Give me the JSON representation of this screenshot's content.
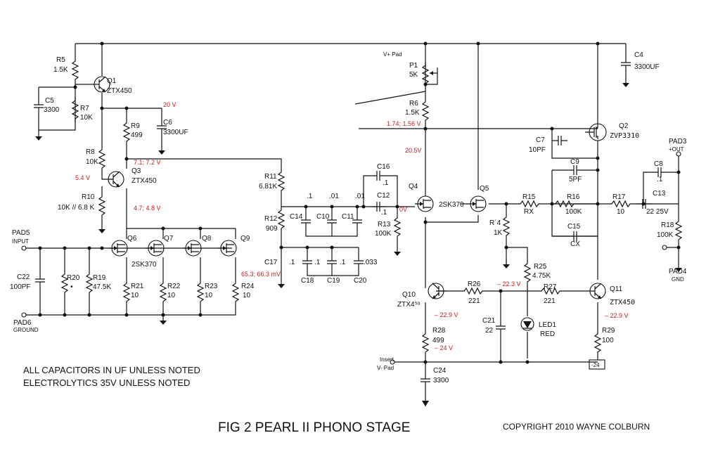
{
  "title": "FIG 2  PEARL II PHONO STAGE",
  "copyright": "COPYRIGHT 2010 WAYNE COLBURN",
  "notes": [
    "ALL CAPACITORS IN UF UNLESS NOTED",
    "ELECTROLYTICS 35V UNLESS NOTED"
  ],
  "pads": {
    "vplus": "V+ Pad",
    "insert": "Insert",
    "vminus": "V- Pad",
    "pad5": "PAD5",
    "pad5_sub": "INPUT",
    "pad6": "PAD6",
    "pad6_sub": "GROUND",
    "pad3": "PAD3",
    "pad3_sub": "+OUT",
    "pad4": "PAD4",
    "pad4_sub": "GND",
    "neg24_box": "-24"
  },
  "components": {
    "r5": "R5",
    "r5_val": "1.5K",
    "q1": "Q1",
    "q1_type": "ZTX450",
    "c5": "C5",
    "c5_val": "3300",
    "r7": "R7",
    "r7_val": "10K",
    "r9": "R9",
    "r9_val": "499",
    "c6": "C6",
    "c6_val": "3300UF",
    "r8": "R8",
    "r8_val": "10K",
    "q3": "Q3",
    "q3_type": "ZTX450",
    "r10": "R10",
    "r10_val": "10K // 6.8 K",
    "r11": "R11",
    "r11_val": "6.81K",
    "r12": "R12",
    "r12_val": "909",
    "c16": "C16",
    "c16_val": ".1",
    "c12": "C12",
    "c12_val": ".1",
    "c14": "C14",
    "c10": "C10",
    "c11": "C11",
    "c14_val": ".1",
    "c10_val": ".01",
    "c11_val": ".01",
    "r13": "R13",
    "r13_val": "100K",
    "c17": "C17",
    "c17_val": ".1",
    "c18": "C18",
    "c18_val": ".1",
    "c19": "C19",
    "c19_val": ".1",
    "c20": "C20",
    "c20_val": ".033",
    "q4": "Q4",
    "q45_type": "2SK370",
    "q5": "Q5",
    "p1": "P1",
    "p1_val": "5K",
    "r6": "R6",
    "r6_val": "1.5K",
    "c4": "C4",
    "c4_val": "3300UF",
    "q2": "Q2",
    "q2_type": "ZVP3310",
    "c7": "C7",
    "c7_val": "10PF",
    "c9": "C9",
    "c9_val": "5PF",
    "r15": "R15",
    "r15_val": "RX",
    "r16": "R16",
    "r16_val": "100K",
    "c15": "C15",
    "c15_val": "CX",
    "r17": "R17",
    "r17_val": "10",
    "c8": "C8",
    "c8_val": ".1",
    "c13": "C13",
    "c13_val": "22 25V",
    "r18": "R18",
    "r18_val": "100K",
    "r14": "R´4",
    "r14_val": "1K",
    "r25": "R25",
    "r25_val": "4.75K",
    "q6": "Q6",
    "q7": "Q7",
    "q8": "Q8",
    "q9": "Q9",
    "q69_type": "2SK370",
    "c22": "C22",
    "c22_val": "100PF",
    "r20": "R20",
    "r20_val": "•",
    "r19": "R19",
    "r19_val": "47.5K",
    "r21": "R21",
    "r22": "R22",
    "r23": "R23",
    "r24": "R24",
    "r2124_val": "10",
    "q10": "Q10",
    "q10_type": "ZTX4⁵ᵒ",
    "r26": "R26",
    "r26_val": "221",
    "r27": "R27",
    "r27_val": "221",
    "q11": "Q11",
    "q11_type": "ZTX450",
    "c21": "C21",
    "c21_val": "22",
    "led1": "LED1",
    "led1_val": "RED",
    "r28": "R28",
    "r28_val": "499",
    "r29": "R29",
    "r29_val": "100",
    "c24": "C24",
    "c24_val": "3300"
  },
  "voltages": {
    "v20": "20 V",
    "v71": "7.1; 7.2 V",
    "v54": "5.4 V",
    "v47": "4.7; 4.8 V",
    "v174": "1.74; 1.56 V",
    "v205": "20.5V",
    "v0": "0V",
    "v653": "65.3; 66.3 mV",
    "vm223": "– 22.3 V",
    "vm229a": "– 22.9 V",
    "vm24": "– 24 V",
    "vm229b": "– 22.9 V"
  },
  "colors": {
    "wire": "#111111",
    "annotation": "#c0201e",
    "background": "#ffffff"
  }
}
